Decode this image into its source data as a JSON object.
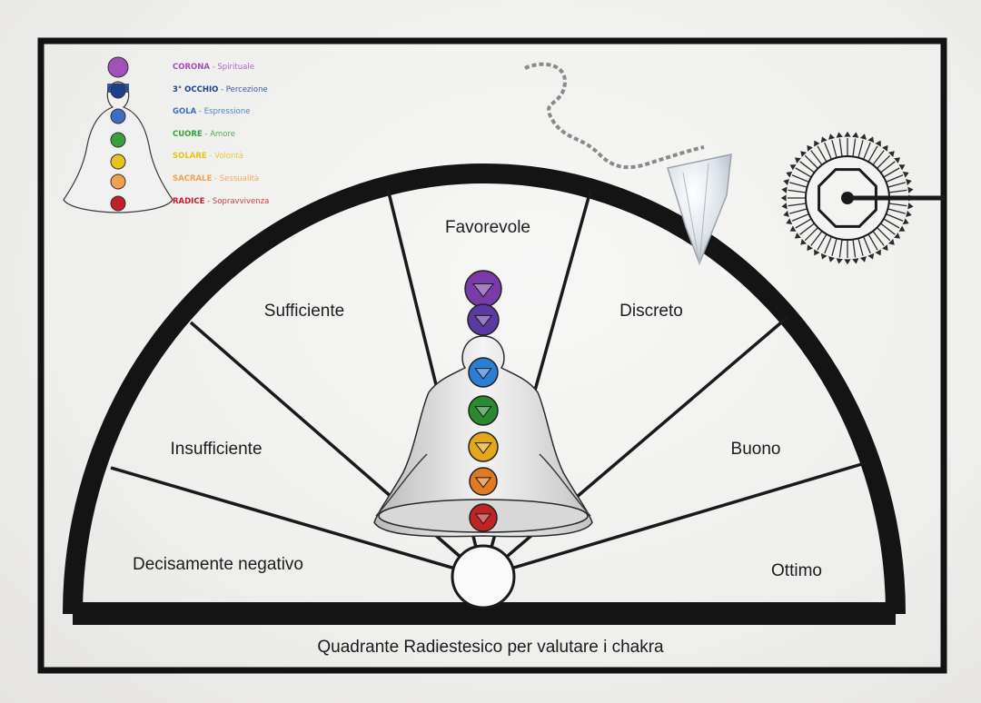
{
  "title": "Quadrante Radiestesico per valutare i chakra",
  "quadrant": {
    "sectors": [
      {
        "label": "Decisamente negativo"
      },
      {
        "label": "Insufficiente"
      },
      {
        "label": "Sufficiente"
      },
      {
        "label": "Favorevole"
      },
      {
        "label": "Discreto"
      },
      {
        "label": "Buono"
      },
      {
        "label": "Ottimo"
      }
    ]
  },
  "legend": {
    "items": [
      {
        "name": "CORONA",
        "meaning": " - Spirituale",
        "color": "#a050b8"
      },
      {
        "name": "3° OCCHIO",
        "meaning": " - Percezione",
        "color": "#1f3e8c"
      },
      {
        "name": "GOLA",
        "meaning": " - Espressione",
        "color": "#3a6fc4"
      },
      {
        "name": "CUORE",
        "meaning": " - Amore",
        "color": "#38a13b"
      },
      {
        "name": "SOLARE",
        "meaning": " - Volontà",
        "color": "#e8c21c"
      },
      {
        "name": "SACRALE",
        "meaning": " - Sessualità",
        "color": "#f0a24a"
      },
      {
        "name": "RADICE",
        "meaning": " - Sopravvivenza",
        "color": "#c0202a"
      }
    ]
  },
  "chakra_colors": [
    "#7a3aa8",
    "#5a3aa0",
    "#2a7fd4",
    "#2a8a30",
    "#e2a818",
    "#e07a22",
    "#c02424"
  ],
  "icons": [
    "meditating-figure",
    "chakra-symbol",
    "pendulum-crystal",
    "pendulum-chain",
    "radionic-emitter-dial"
  ]
}
